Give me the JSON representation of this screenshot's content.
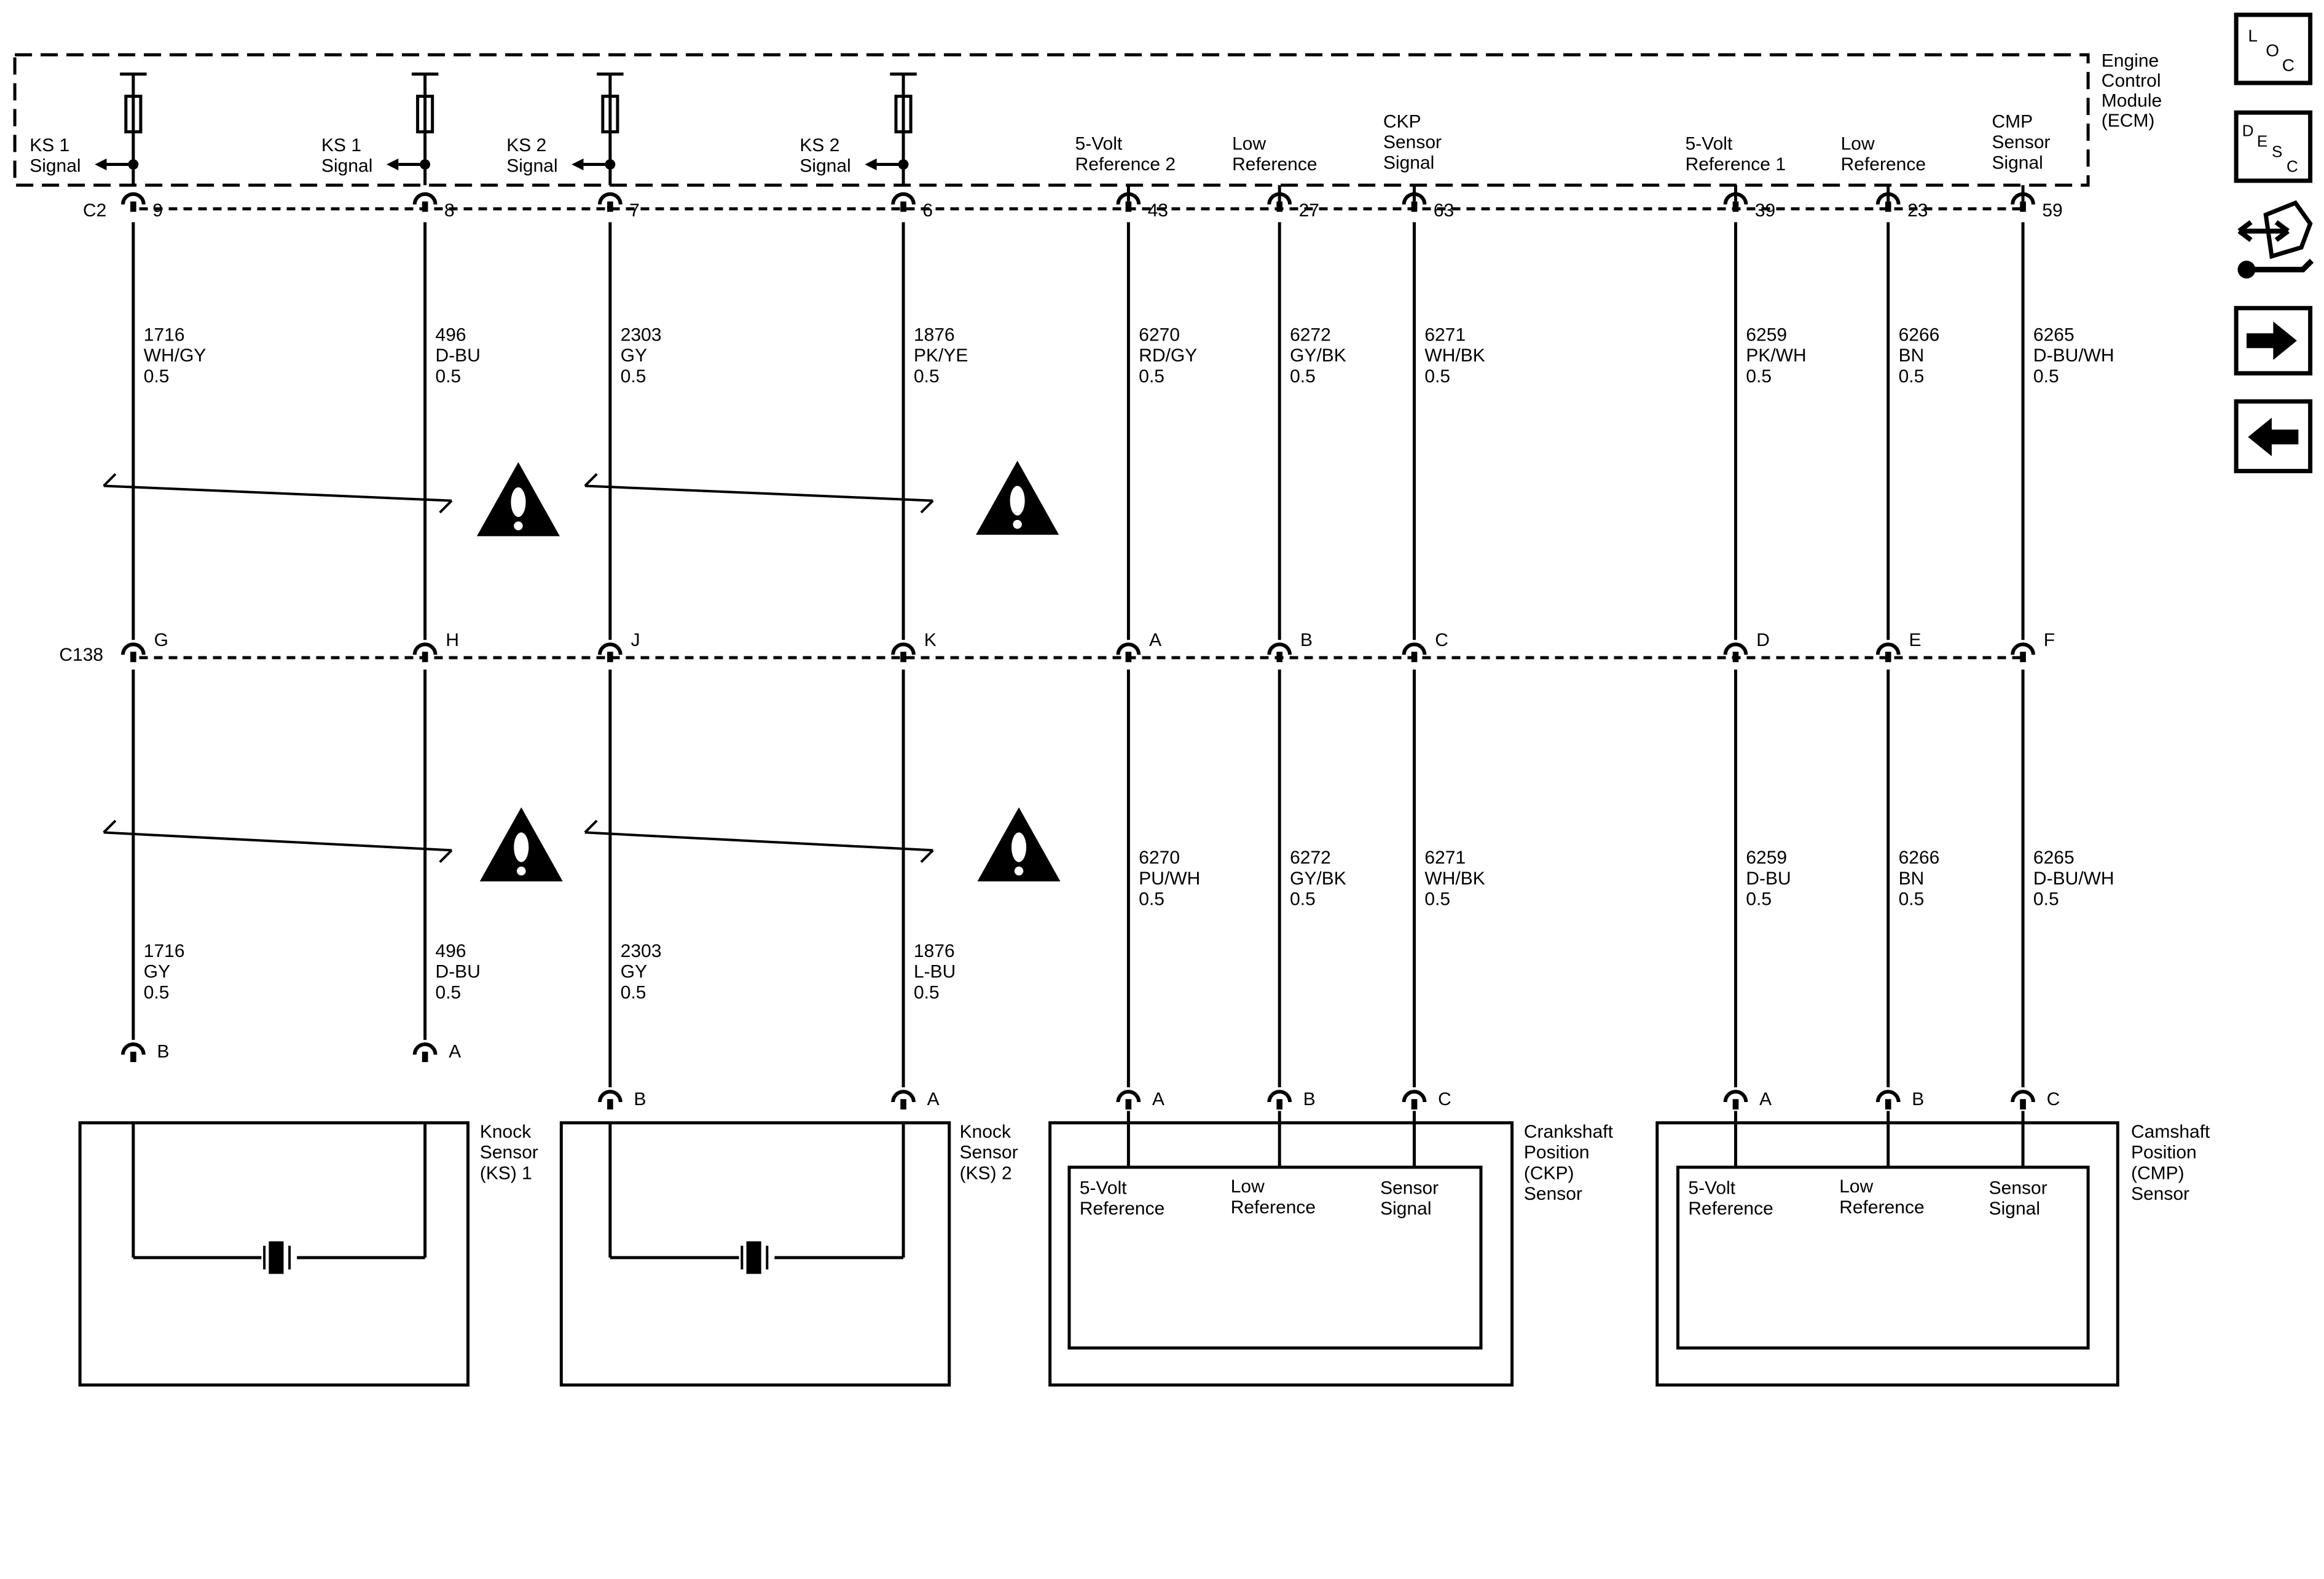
{
  "ecm": {
    "title": [
      "Engine",
      "Control",
      "Module",
      "(ECM)"
    ],
    "connector": "C2"
  },
  "inline_connector": "C138",
  "circuits": [
    {
      "id": "ks1a",
      "ecm_label": [
        "KS 1",
        "Signal"
      ],
      "ecm_pin": "9",
      "upper_wire": [
        "1716",
        "WH/GY",
        "0.5"
      ],
      "c138_pin": "G",
      "lower_wire": [
        "1716",
        "GY",
        "0.5"
      ],
      "comp_pin": "B"
    },
    {
      "id": "ks1b",
      "ecm_label": [
        "KS 1",
        "Signal"
      ],
      "ecm_pin": "8",
      "upper_wire": [
        "496",
        "D-BU",
        "0.5"
      ],
      "c138_pin": "H",
      "lower_wire": [
        "496",
        "D-BU",
        "0.5"
      ],
      "comp_pin": "A"
    },
    {
      "id": "ks2a",
      "ecm_label": [
        "KS 2",
        "Signal"
      ],
      "ecm_pin": "7",
      "upper_wire": [
        "2303",
        "GY",
        "0.5"
      ],
      "c138_pin": "J",
      "lower_wire": [
        "2303",
        "GY",
        "0.5"
      ],
      "comp_pin": "B"
    },
    {
      "id": "ks2b",
      "ecm_label": [
        "KS 2",
        "Signal"
      ],
      "ecm_pin": "6",
      "upper_wire": [
        "1876",
        "PK/YE",
        "0.5"
      ],
      "c138_pin": "K",
      "lower_wire": [
        "1876",
        "L-BU",
        "0.5"
      ],
      "comp_pin": "A"
    },
    {
      "id": "ckp5v",
      "ecm_label": [
        "5-Volt",
        "Reference 2"
      ],
      "ecm_pin": "43",
      "upper_wire": [
        "6270",
        "RD/GY",
        "0.5"
      ],
      "c138_pin": "A",
      "lower_wire": [
        "6270",
        "PU/WH",
        "0.5"
      ],
      "comp_pin": "A"
    },
    {
      "id": "ckplow",
      "ecm_label": [
        "Low",
        "Reference"
      ],
      "ecm_pin": "27",
      "upper_wire": [
        "6272",
        "GY/BK",
        "0.5"
      ],
      "c138_pin": "B",
      "lower_wire": [
        "6272",
        "GY/BK",
        "0.5"
      ],
      "comp_pin": "B"
    },
    {
      "id": "ckpsig",
      "ecm_label": [
        "CKP",
        "Sensor",
        "Signal"
      ],
      "ecm_pin": "63",
      "upper_wire": [
        "6271",
        "WH/BK",
        "0.5"
      ],
      "c138_pin": "C",
      "lower_wire": [
        "6271",
        "WH/BK",
        "0.5"
      ],
      "comp_pin": "C"
    },
    {
      "id": "cmp5v",
      "ecm_label": [
        "5-Volt",
        "Reference 1"
      ],
      "ecm_pin": "39",
      "upper_wire": [
        "6259",
        "PK/WH",
        "0.5"
      ],
      "c138_pin": "D",
      "lower_wire": [
        "6259",
        "D-BU",
        "0.5"
      ],
      "comp_pin": "A"
    },
    {
      "id": "cmplow",
      "ecm_label": [
        "Low",
        "Reference"
      ],
      "ecm_pin": "23",
      "upper_wire": [
        "6266",
        "BN",
        "0.5"
      ],
      "c138_pin": "E",
      "lower_wire": [
        "6266",
        "BN",
        "0.5"
      ],
      "comp_pin": "B"
    },
    {
      "id": "cmpsig",
      "ecm_label": [
        "CMP",
        "Sensor",
        "Signal"
      ],
      "ecm_pin": "59",
      "upper_wire": [
        "6265",
        "D-BU/WH",
        "0.5"
      ],
      "c138_pin": "F",
      "lower_wire": [
        "6265",
        "D-BU/WH",
        "0.5"
      ],
      "comp_pin": "C"
    }
  ],
  "components": [
    {
      "id": "ks1",
      "name": [
        "Knock",
        "Sensor",
        "(KS) 1"
      ]
    },
    {
      "id": "ks2",
      "name": [
        "Knock",
        "Sensor",
        "(KS) 2"
      ]
    },
    {
      "id": "ckp",
      "name": [
        "Crankshaft",
        "Position",
        "(CKP)",
        "Sensor"
      ],
      "inner": [
        [
          "5-Volt",
          "Reference"
        ],
        [
          "Low",
          "Reference"
        ],
        [
          "Sensor",
          "Signal"
        ]
      ]
    },
    {
      "id": "cmp",
      "name": [
        "Camshaft",
        "Position",
        "(CMP)",
        "Sensor"
      ],
      "inner": [
        [
          "5-Volt",
          "Reference"
        ],
        [
          "Low",
          "Reference"
        ],
        [
          "Sensor",
          "Signal"
        ]
      ]
    }
  ],
  "side_nav": [
    {
      "id": "loc",
      "name": "loc-button",
      "letters": [
        "L",
        "O",
        "C"
      ]
    },
    {
      "id": "desc",
      "name": "desc-button",
      "letters": [
        "D",
        "E",
        "S",
        "C"
      ]
    },
    {
      "id": "tool",
      "name": "connector-tool-button",
      "icon": "connector-tool-icon"
    },
    {
      "id": "next",
      "name": "next-button",
      "icon": "arrow-right-icon"
    },
    {
      "id": "prev",
      "name": "previous-button",
      "icon": "arrow-left-icon"
    }
  ]
}
